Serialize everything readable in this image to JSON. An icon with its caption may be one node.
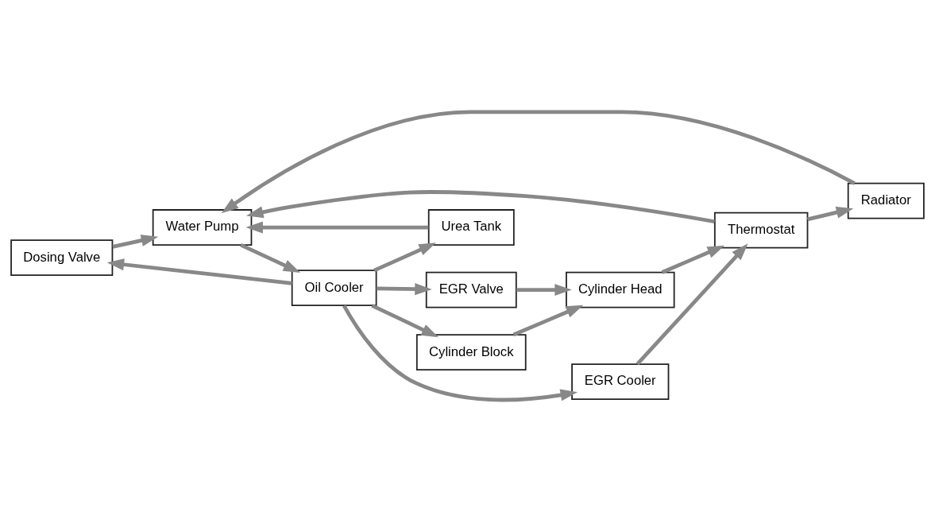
{
  "diagram": {
    "nodes": [
      {
        "text": [
          "Dosing Valve"
        ]
      },
      {
        "text": [
          "Urea Tank"
        ]
      },
      {
        "text": [
          "Radiator"
        ]
      },
      {
        "text": [
          "Water Pump"
        ]
      },
      {
        "text": [
          "Oil Cooler"
        ]
      },
      {
        "text": [
          "Cylinder Block"
        ]
      },
      {
        "text": [
          "Cylinder Head"
        ]
      },
      {
        "text": [
          "EGR Valve"
        ]
      },
      {
        "text": [
          "EGR Cooler"
        ]
      },
      {
        "text": [
          "Thermostat"
        ]
      }
    ],
    "edges": [
      {
        "from": 2,
        "to": 3,
        "arrow": "to"
      },
      {
        "from": 3,
        "to": 4,
        "arrow": "to"
      },
      {
        "from": 4,
        "to": 0,
        "arrow": "to"
      },
      {
        "from": 4,
        "to": 1,
        "arrow": "to"
      },
      {
        "from": 4,
        "to": 5,
        "arrow": "to"
      },
      {
        "from": 4,
        "to": 7,
        "arrow": "to"
      },
      {
        "from": 4,
        "to": 8,
        "arrow": "to"
      },
      {
        "from": 5,
        "to": 6,
        "arrow": "to"
      },
      {
        "from": 7,
        "to": 6,
        "arrow": "to"
      },
      {
        "from": 0,
        "to": 3,
        "arrow": "to"
      },
      {
        "from": 1,
        "to": 3,
        "arrow": "to"
      },
      {
        "from": 8,
        "to": 9,
        "arrow": "to"
      },
      {
        "from": 6,
        "to": 9,
        "arrow": "to"
      },
      {
        "from": 9,
        "to": 2,
        "arrow": "to"
      },
      {
        "from": 9,
        "to": 3,
        "arrow": "to"
      }
    ]
  }
}
